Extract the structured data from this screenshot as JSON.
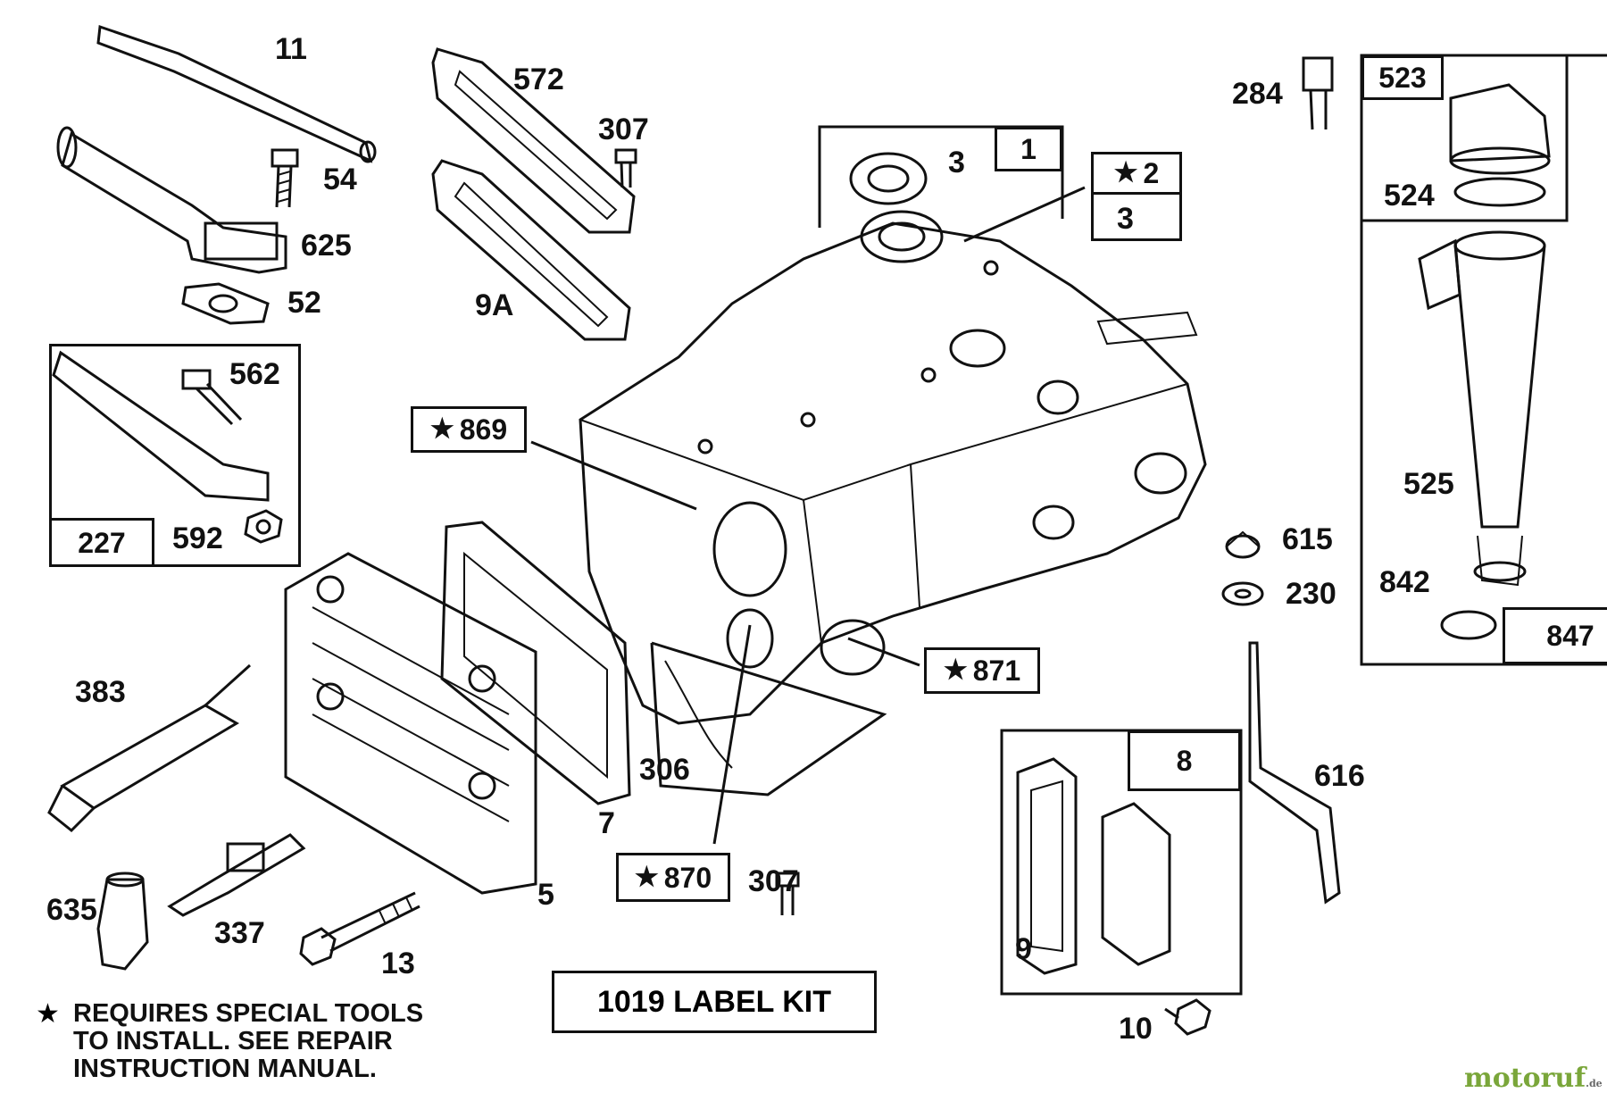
{
  "labels": {
    "l11": "11",
    "l54": "54",
    "l625": "625",
    "l52": "52",
    "l572": "572",
    "l307a": "307",
    "l9A": "9A",
    "l3a": "3",
    "l3b": "3",
    "l284": "284",
    "l562": "562",
    "l592": "592",
    "l383": "383",
    "l306": "306",
    "l7": "7",
    "l5": "5",
    "l635": "635",
    "l337": "337",
    "l13": "13",
    "l307b": "307",
    "l615": "615",
    "l230": "230",
    "l616": "616",
    "l524": "524",
    "l525": "525",
    "l842": "842",
    "l9b": "9",
    "l10": "10"
  },
  "boxes": {
    "b1": "1",
    "b2": "2",
    "b227": "227",
    "b869": "869",
    "b871": "871",
    "b870": "870",
    "b8": "8",
    "b523": "523",
    "b847": "847"
  },
  "star": "★",
  "note": {
    "line1": "REQUIRES SPECIAL TOOLS",
    "line2": "TO INSTALL.  SEE REPAIR",
    "line3": "INSTRUCTION MANUAL."
  },
  "kit": "1019 LABEL KIT",
  "logo": {
    "main": "motoruf",
    "sub": ".de"
  }
}
